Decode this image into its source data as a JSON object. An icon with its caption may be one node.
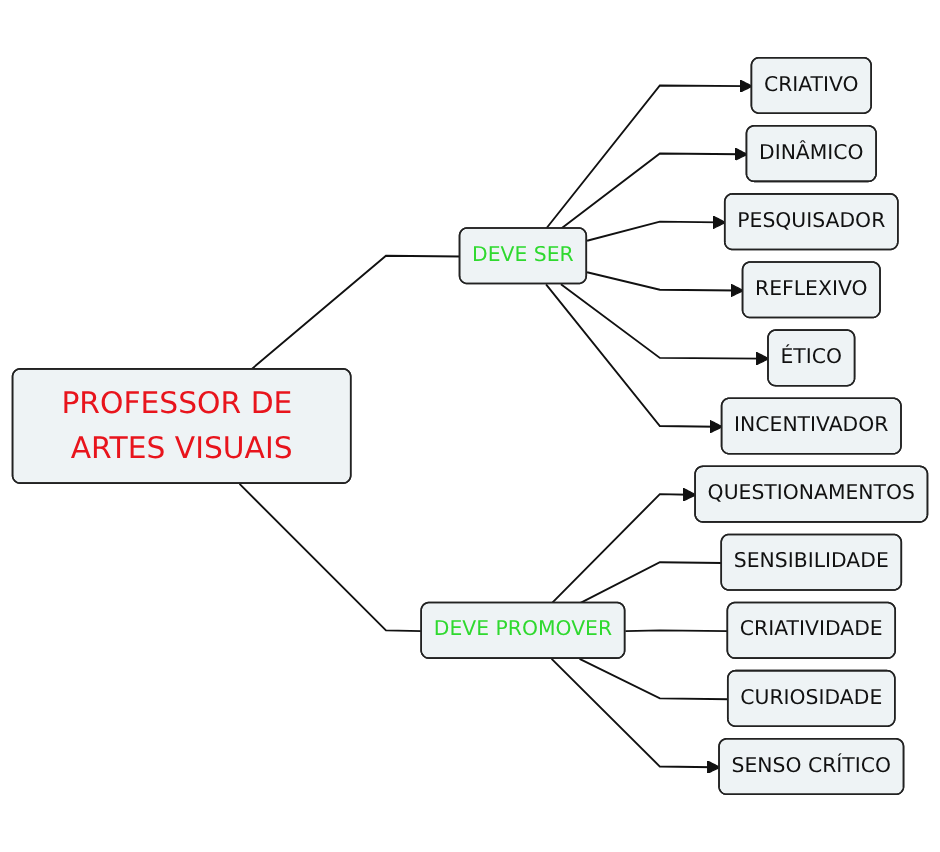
{
  "diagram": {
    "nodes": [
      {
        "text": [
          "PROFESSOR DE ARTES VISUAIS"
        ]
      },
      {
        "text": [
          "DEVE SER"
        ]
      },
      {
        "text": [
          "CRIATIVO"
        ]
      },
      {
        "text": [
          "DINÂMICO"
        ]
      },
      {
        "text": [
          "PESQUISADOR"
        ]
      },
      {
        "text": [
          "REFLEXIVO"
        ]
      },
      {
        "text": [
          "ÉTICO"
        ]
      },
      {
        "text": [
          "INCENTIVADOR"
        ]
      },
      {
        "text": [
          "DEVE PROMOVER"
        ]
      },
      {
        "text": [
          "QUESTIONAMENTOS"
        ]
      },
      {
        "text": [
          "SENSIBILIDADE"
        ]
      },
      {
        "text": [
          "CRIATIVIDADE"
        ]
      },
      {
        "text": [
          "CURIOSIDADE"
        ]
      },
      {
        "text": [
          "SENSO CRÍTICO"
        ]
      }
    ],
    "edges": [
      {
        "from": 0,
        "to": 1,
        "arrow": "none"
      },
      {
        "from": 0,
        "to": 8,
        "arrow": "none"
      },
      {
        "from": 1,
        "to": 2,
        "arrow": "to"
      },
      {
        "from": 1,
        "to": 3,
        "arrow": "to"
      },
      {
        "from": 1,
        "to": 4,
        "arrow": "to"
      },
      {
        "from": 1,
        "to": 5,
        "arrow": "to"
      },
      {
        "from": 1,
        "to": 6,
        "arrow": "to"
      },
      {
        "from": 1,
        "to": 7,
        "arrow": "to"
      },
      {
        "from": 8,
        "to": 9,
        "arrow": "to"
      },
      {
        "from": 8,
        "to": 10,
        "arrow": "none"
      },
      {
        "from": 8,
        "to": 11,
        "arrow": "none"
      },
      {
        "from": 8,
        "to": 12,
        "arrow": "none"
      },
      {
        "from": 8,
        "to": 13,
        "arrow": "to"
      }
    ]
  }
}
